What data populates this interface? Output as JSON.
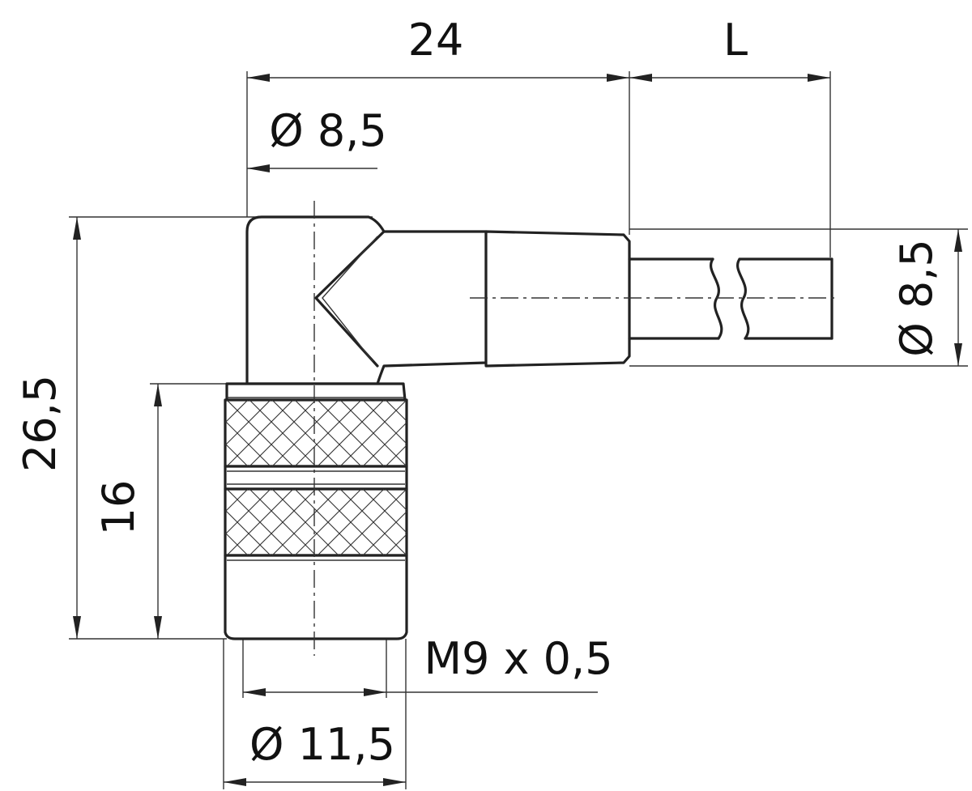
{
  "drawing": {
    "dimensions": {
      "top_width": "24",
      "cable_length": "L",
      "body_diameter": "Ø 8,5",
      "cable_diameter": "Ø 8,5",
      "overall_height": "26,5",
      "coupling_height": "16",
      "thread": "M9 x 0,5",
      "coupling_diameter": "Ø 11,5"
    }
  }
}
